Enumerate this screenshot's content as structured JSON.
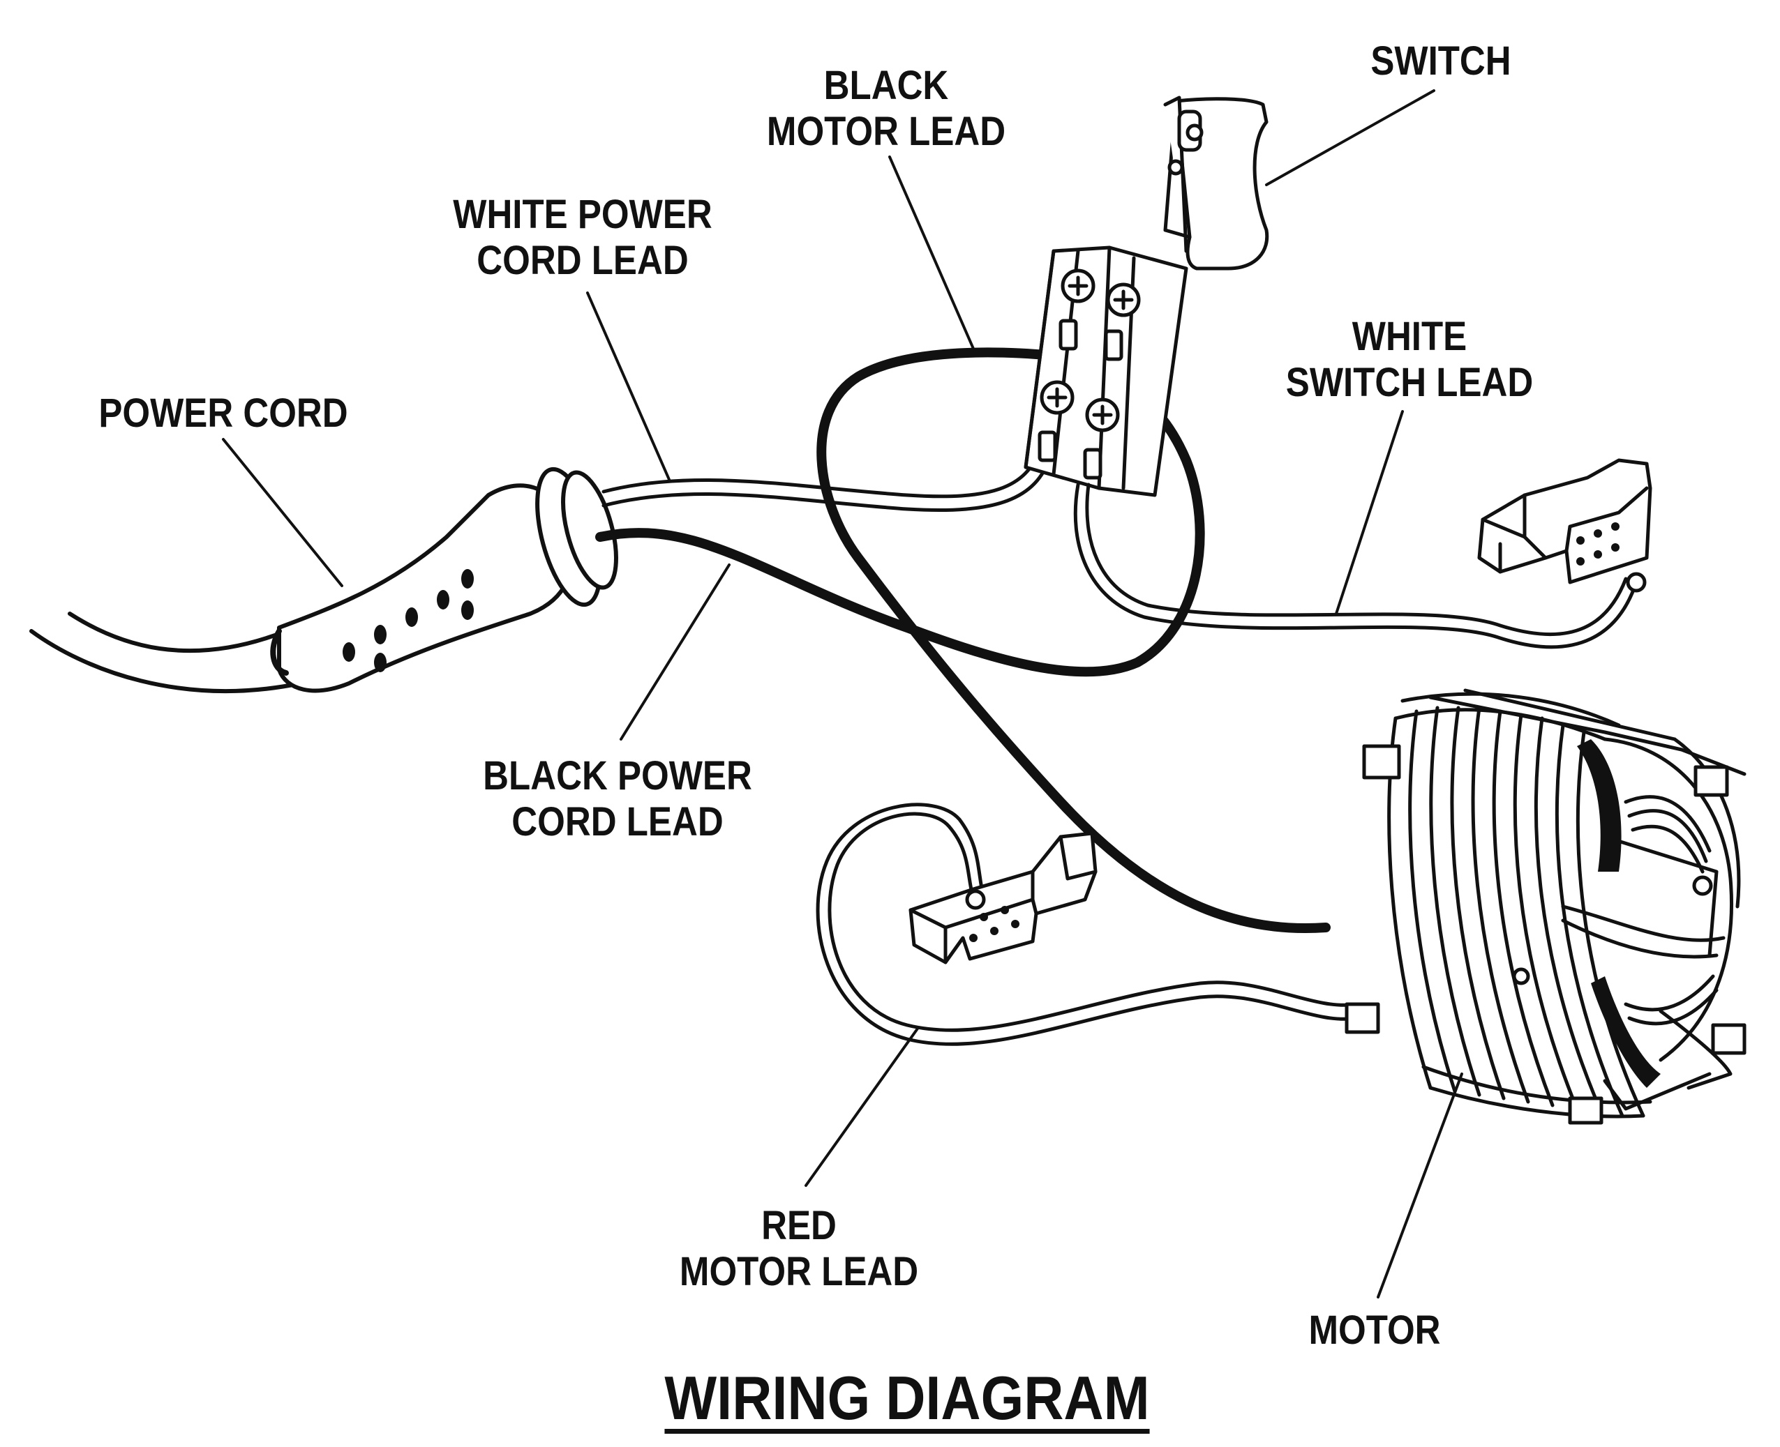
{
  "title": "WIRING DIAGRAM",
  "labels": {
    "switch": [
      "SWITCH"
    ],
    "black_motor_lead": [
      "BLACK",
      "MOTOR LEAD"
    ],
    "white_power_cord_lead": [
      "WHITE POWER",
      "CORD LEAD"
    ],
    "white_switch_lead": [
      "WHITE",
      "SWITCH LEAD"
    ],
    "power_cord": [
      "POWER CORD"
    ],
    "black_power_cord_lead": [
      "BLACK POWER",
      "CORD LEAD"
    ],
    "red_motor_lead": [
      "RED",
      "MOTOR LEAD"
    ],
    "motor": [
      "MOTOR"
    ]
  },
  "colors": {
    "ink": "#111111",
    "paper": "#ffffff"
  }
}
